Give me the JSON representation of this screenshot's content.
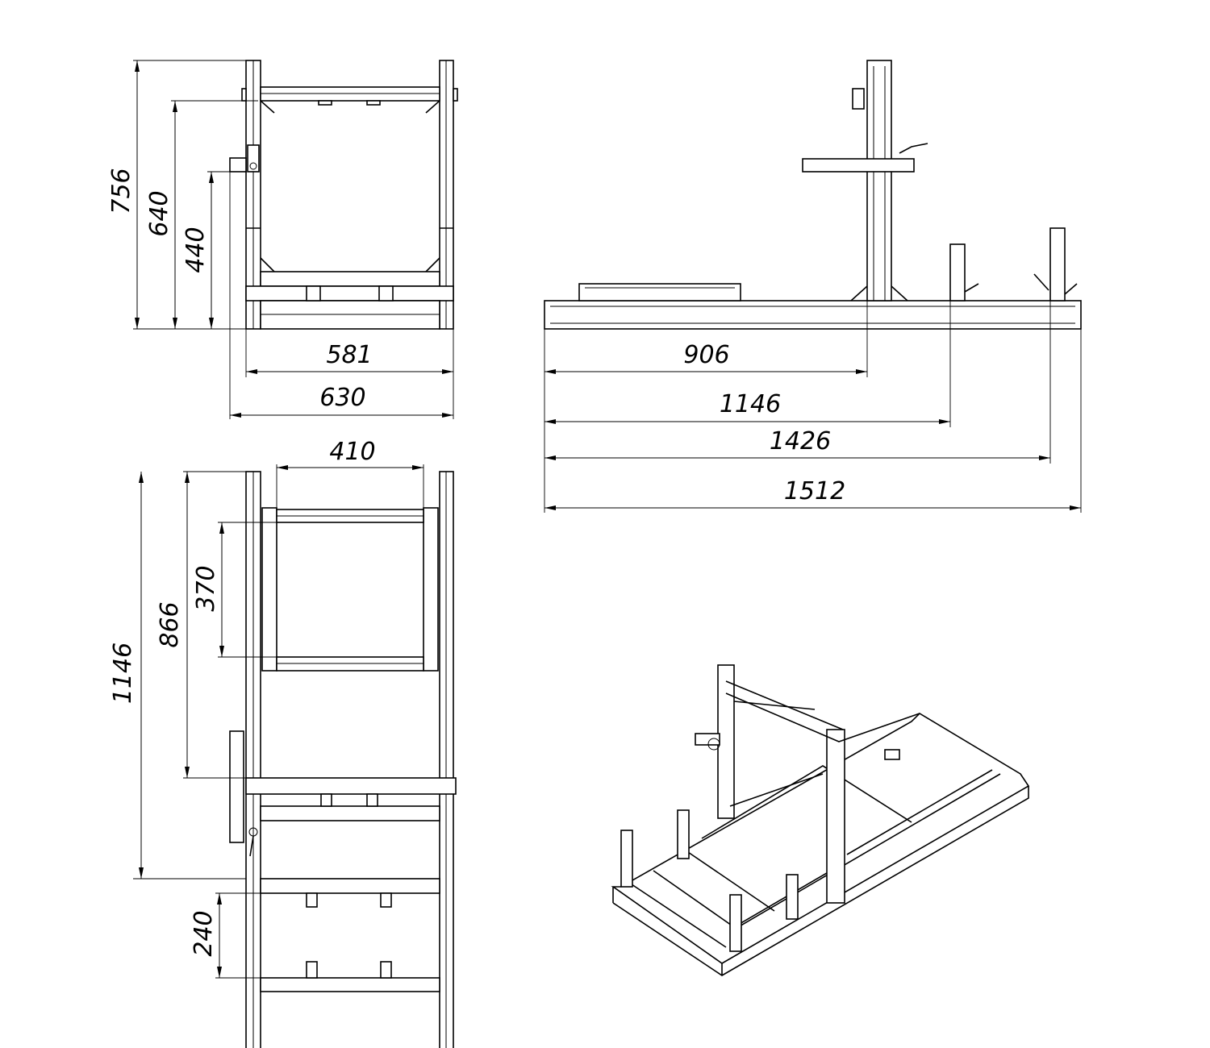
{
  "views": {
    "front": {
      "dimensions": {
        "height_total": "756",
        "height_seat_back": "640",
        "height_pedal": "440",
        "width_inner": "581",
        "width_total": "630"
      }
    },
    "side": {
      "dimensions": {
        "to_wheel_post": "906",
        "to_pedal_post_1": "1146",
        "to_pedal_post_2": "1426",
        "length_total": "1512"
      }
    },
    "top": {
      "dimensions": {
        "seat_width": "410",
        "seat_depth": "370",
        "seat_to_crossbar": "866",
        "rail_to_bar": "1146",
        "pedal_plate_gap": "240"
      }
    },
    "isometric": {}
  }
}
